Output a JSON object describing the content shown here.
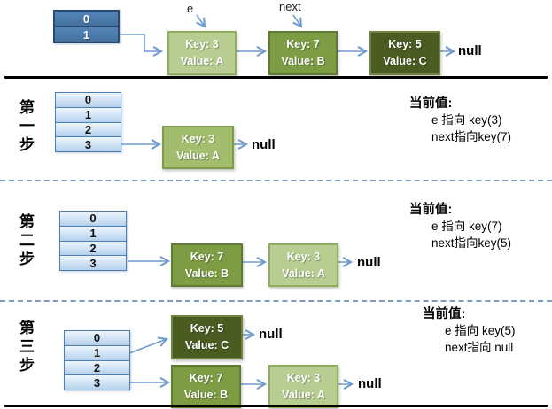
{
  "top": {
    "pointer_e_label": "e",
    "pointer_next_label": "next",
    "bucket_cells": [
      "0",
      "1"
    ],
    "nodes": [
      {
        "key": "Key: 3",
        "value": "Value: A"
      },
      {
        "key": "Key: 7",
        "value": "Value: B"
      },
      {
        "key": "Key: 5",
        "value": "Value: C"
      }
    ],
    "null_label": "null"
  },
  "steps": [
    {
      "label": "第一步",
      "bucket_cells": [
        "0",
        "1",
        "2",
        "3"
      ],
      "nodes": [
        {
          "key": "Key: 3",
          "value": "Value: A"
        }
      ],
      "null_labels": [
        "null"
      ],
      "status_title": "当前值:",
      "status_lines": [
        "e 指向 key(3)",
        "next指向key(7)"
      ]
    },
    {
      "label": "第二步",
      "bucket_cells": [
        "0",
        "1",
        "2",
        "3"
      ],
      "nodes": [
        {
          "key": "Key: 7",
          "value": "Value: B"
        },
        {
          "key": "Key: 3",
          "value": "Value: A"
        }
      ],
      "null_labels": [
        "null"
      ],
      "status_title": "当前值:",
      "status_lines": [
        "e 指向 key(7)",
        "next指向key(5)"
      ]
    },
    {
      "label": "第三步",
      "bucket_cells": [
        "0",
        "1",
        "2",
        "3"
      ],
      "nodes": [
        {
          "key": "Key: 5",
          "value": "Value: C"
        },
        {
          "key": "Key: 7",
          "value": "Value: B"
        },
        {
          "key": "Key: 3",
          "value": "Value: A"
        }
      ],
      "null_labels": [
        "null",
        "null"
      ],
      "status_title": "当前值:",
      "status_lines": [
        "e 指向 key(5)",
        "next指向 null"
      ]
    }
  ],
  "colors": {
    "node_light": "#b7cd92",
    "node_light_mid": "#a3bd6f",
    "node_medium": "#7d9c44",
    "node_dark": "#4b5c22",
    "bucket_dark_fill": "#4a79ae",
    "bucket_light_fill": "#cfe2f5",
    "arrow": "#6f9ad0",
    "separator_dashed": "#7e9cc0",
    "separator_solid": "#000000"
  }
}
